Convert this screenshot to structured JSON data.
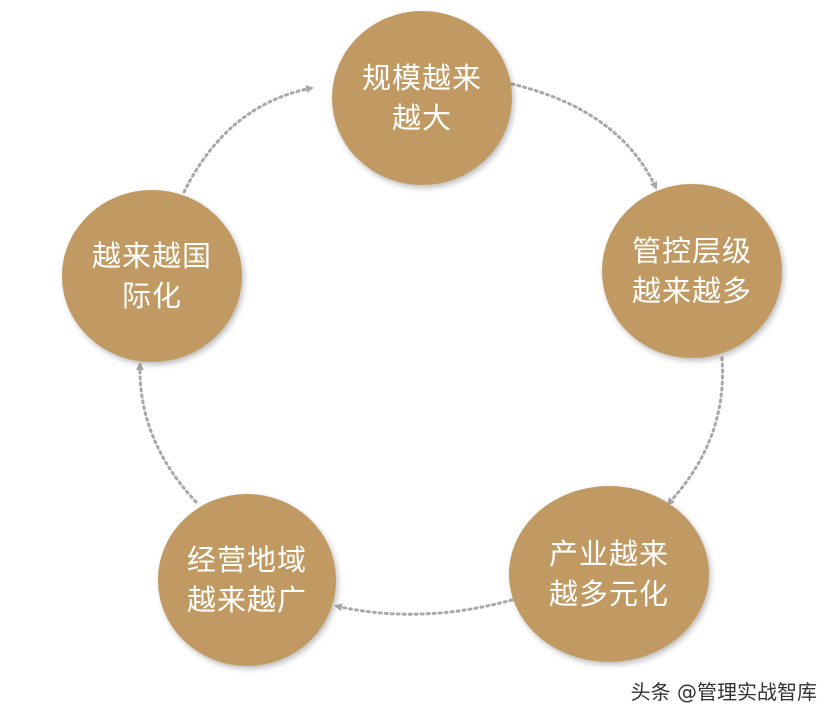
{
  "colors": {
    "circle": "#c09a62",
    "arrow": "#a8a8a8"
  },
  "nodes": [
    {
      "line1": "规模越来",
      "line2": "越大"
    },
    {
      "line1": "管控层级",
      "line2": "越来越多"
    },
    {
      "line1": "产业越来",
      "line2": "越多元化"
    },
    {
      "line1": "经营地域",
      "line2": "越来越广"
    },
    {
      "line1": "越来越国",
      "line2": "际化"
    }
  ],
  "watermark": "头条 @管理实战智库"
}
